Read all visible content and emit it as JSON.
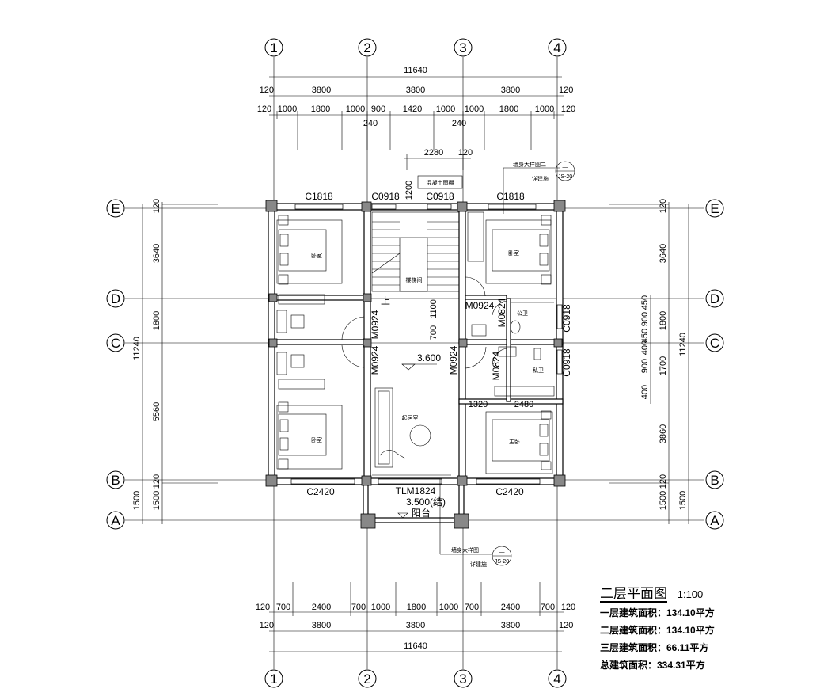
{
  "axes": {
    "columns": [
      "1",
      "2",
      "3",
      "4"
    ],
    "rows": [
      "E",
      "D",
      "C",
      "B",
      "A"
    ]
  },
  "top_dims": {
    "total": "11640",
    "spans": [
      "3800",
      "3800",
      "3800"
    ],
    "ends": [
      "120",
      "120"
    ],
    "detail": [
      "120",
      "1000",
      "1800",
      "1000",
      "900",
      "1420",
      "1000",
      "1000",
      "1800",
      "1000",
      "120"
    ],
    "wall_240": [
      "240",
      "240"
    ],
    "stair": [
      "2280",
      "120",
      "1200"
    ]
  },
  "bottom_dims": {
    "detail": [
      "120",
      "700",
      "2400",
      "700",
      "1000",
      "1800",
      "1000",
      "700",
      "2400",
      "700",
      "120"
    ],
    "ends": [
      "120",
      "120"
    ],
    "spans": [
      "3800",
      "3800",
      "3800"
    ],
    "total": "11640"
  },
  "left_dims": {
    "total": "11240",
    "spans": [
      "3640",
      "1800",
      "5560",
      "1500"
    ],
    "ends": [
      "120",
      "120"
    ],
    "outer": [
      "1500"
    ]
  },
  "right_dims": {
    "total": "11240",
    "spans": [
      "3640",
      "1800",
      "3860",
      "1500"
    ],
    "ends": [
      "120",
      "120"
    ],
    "detail": [
      "450",
      "900",
      "450",
      "400",
      "900",
      "400",
      "1700"
    ],
    "outer": [
      "1500"
    ]
  },
  "windows": {
    "c1818_a": "C1818",
    "c0918_a": "C0918",
    "c0918_b": "C0918",
    "c1818_b": "C1818",
    "c0918_c": "C0918",
    "c0918_d": "C0918",
    "c2420_a": "C2420",
    "c2420_b": "C2420",
    "tlm": "TLM1824"
  },
  "doors": {
    "m0924_a": "M0924",
    "m0924_b": "M0924",
    "m0924_c": "M0924",
    "m0924_d": "M0924",
    "m0824_a": "M0824",
    "m0824_b": "M0824"
  },
  "inner_dims": {
    "d1100": "1100",
    "d700": "700",
    "d1320": "1320",
    "d2480": "2480"
  },
  "levels": {
    "floor": "3.600",
    "balcony": "3.500(结)"
  },
  "rooms": {
    "bed_nw": "卧室",
    "bed_sw": "卧室",
    "bed_ne": "卧室",
    "master": "主卧",
    "stair_room": "楼梯间",
    "living": "起居室",
    "wc_public": "公卫",
    "wc_private": "私卫",
    "balcony": "阳台",
    "up": "上",
    "slab_note": "混凝土雨棚"
  },
  "callouts": {
    "c1_text": "墙身大样图二",
    "c1_sub": "详建施",
    "c1_ref": "JS-20",
    "c1_dash": "—",
    "c2_text": "墙身大样图一",
    "c2_sub": "详建施",
    "c2_ref": "JS-20",
    "c2_dash": "—"
  },
  "legend": {
    "title": "二层平面图",
    "scale": "1:100",
    "lines": [
      "一层建筑面积：134.10平方",
      "二层建筑面积：134.10平方",
      "三层建筑面积：66.11平方",
      "总建筑面积：334.31平方"
    ]
  }
}
